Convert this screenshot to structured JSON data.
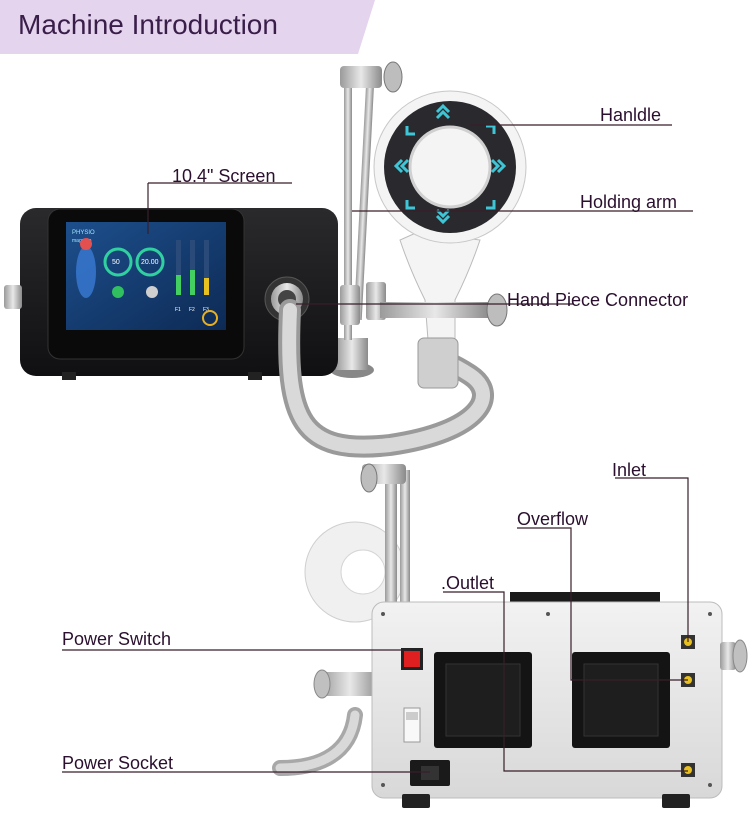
{
  "title": "Machine Introduction",
  "labels": {
    "screen": "10.4\" Screen",
    "handle": "Hanldle",
    "holding_arm": "Holding arm",
    "connector": "Hand Piece Connector",
    "inlet": "Inlet",
    "overflow": "Overflow",
    "outlet": ".Outlet",
    "power_switch": "Power Switch",
    "power_socket": "Power Socket"
  },
  "screen_ui": {
    "brand": "PHYSIO",
    "brand_sub": "magneto",
    "value_1": "50",
    "value_2": "20.00",
    "channels": [
      "F1",
      "F2",
      "F3"
    ]
  },
  "colors": {
    "banner": "#e4d4ee",
    "label_text": "#2a0f2e",
    "leader_line": "#3a1e2a",
    "device_body": "#1c1c1e",
    "chevron": "#3ec6d6"
  }
}
